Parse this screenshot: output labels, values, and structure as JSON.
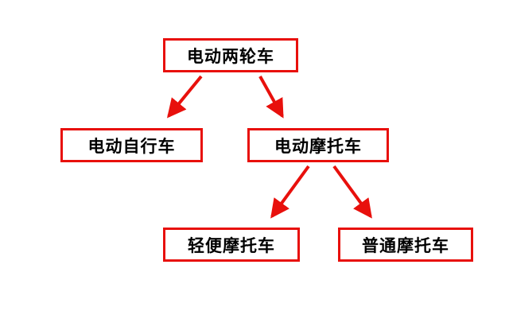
{
  "diagram": {
    "title": "electric two-wheeler classification tree",
    "nodes": {
      "root": {
        "id": "root",
        "label": "电动两轮车"
      },
      "l2a": {
        "id": "l2a",
        "label": "电动自行车"
      },
      "l2b": {
        "id": "l2b",
        "label": "电动摩托车"
      },
      "l3a": {
        "id": "l3a",
        "label": "轻便摩托车"
      },
      "l3b": {
        "id": "l3b",
        "label": "普通摩托车"
      }
    },
    "edges": [
      {
        "from": "root",
        "to": "l2a"
      },
      {
        "from": "root",
        "to": "l2b"
      },
      {
        "from": "l2b",
        "to": "l3a"
      },
      {
        "from": "l2b",
        "to": "l3b"
      }
    ],
    "colors": {
      "box_border": "#e8100c",
      "arrow": "#e8100c",
      "text": "#000000",
      "background": "#ffffff"
    }
  }
}
